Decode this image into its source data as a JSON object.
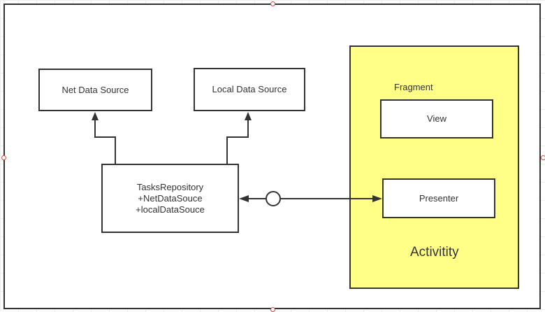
{
  "nodes": {
    "net_data_source": "Net Data Source",
    "local_data_source": "Local Data Source",
    "tasks_repository": {
      "title": "TasksRepository",
      "field_net": "+NetDataSouce",
      "field_local": "+localDataSouce"
    },
    "fragment_label": "Fragment",
    "view": "View",
    "presenter": "Presenter",
    "activity_label": "Activitity"
  },
  "colors": {
    "activity_fill": "#ffff88",
    "stroke": "#333333",
    "handle": "#c0504d"
  }
}
